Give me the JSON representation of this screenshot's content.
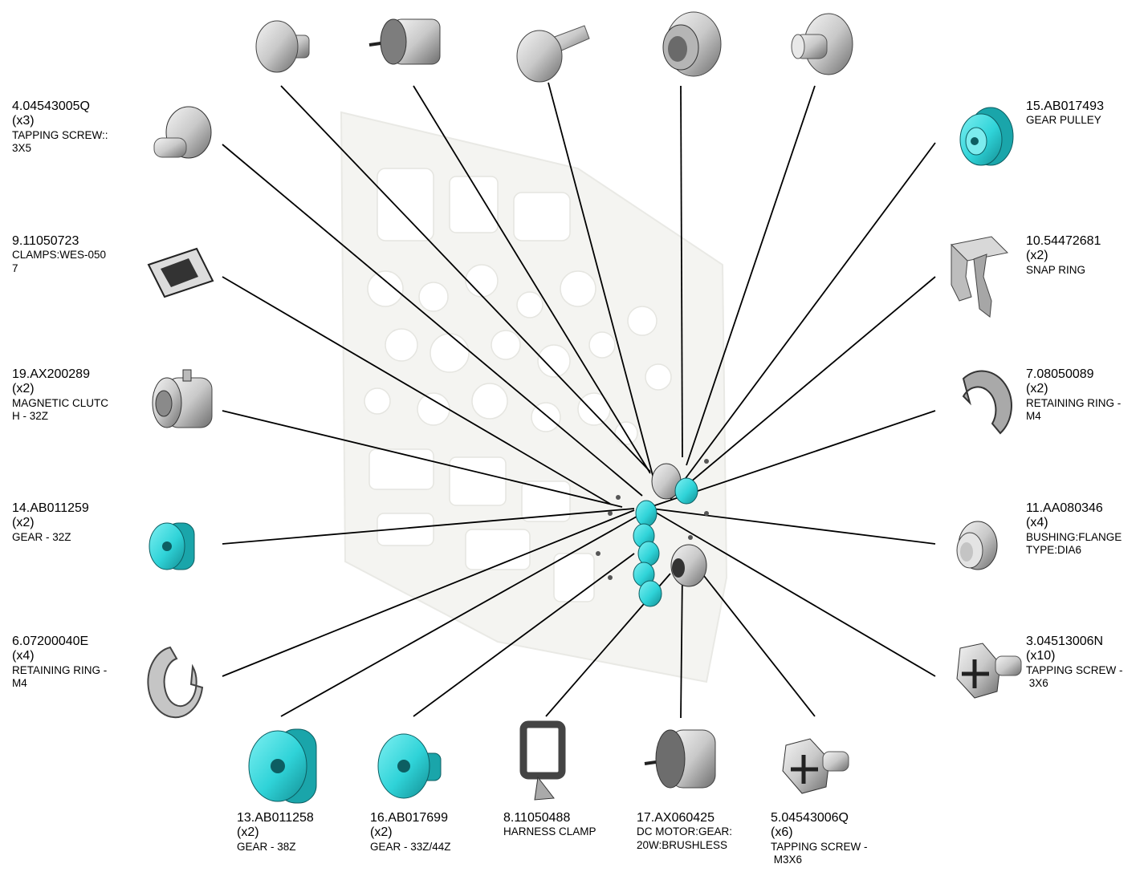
{
  "parts": [
    {
      "id": "p4",
      "pn": "4.04543005Q",
      "qty": "(x3)",
      "desc": [
        "TAPPING SCREW::",
        "3X5"
      ],
      "icon": "tapping-screw-icon"
    },
    {
      "id": "p9",
      "pn": "9.11050723",
      "qty": "",
      "desc": [
        "CLAMPS:WES-050",
        "7"
      ],
      "icon": "clamp-icon"
    },
    {
      "id": "p19",
      "pn": "19.AX200289",
      "qty": "(x2)",
      "desc": [
        "MAGNETIC CLUTC",
        "H - 32Z"
      ],
      "icon": "magnetic-clutch-icon"
    },
    {
      "id": "p14",
      "pn": "14.AB011259",
      "qty": "(x2)",
      "desc": [
        "GEAR - 32Z"
      ],
      "icon": "gear-icon"
    },
    {
      "id": "p6",
      "pn": "6.07200040E",
      "qty": "(x4)",
      "desc": [
        "RETAINING RING -",
        "M4"
      ],
      "icon": "retaining-ring-icon"
    },
    {
      "id": "p15",
      "pn": "15.AB017493",
      "qty": "",
      "desc": [
        "GEAR PULLEY"
      ],
      "icon": "gear-pulley-icon"
    },
    {
      "id": "p10",
      "pn": "10.54472681",
      "qty": "(x2)",
      "desc": [
        "SNAP RING"
      ],
      "icon": "snap-ring-icon"
    },
    {
      "id": "p7",
      "pn": "7.08050089",
      "qty": "(x2)",
      "desc": [
        "RETAINING RING -",
        "M4"
      ],
      "icon": "retaining-ring-icon"
    },
    {
      "id": "p11",
      "pn": "11.AA080346",
      "qty": "(x4)",
      "desc": [
        "BUSHING:FLANGE",
        "TYPE:DIA6"
      ],
      "icon": "bushing-icon"
    },
    {
      "id": "p3",
      "pn": "3.04513006N",
      "qty": "(x10)",
      "desc": [
        "TAPPING SCREW -",
        " 3X6"
      ],
      "icon": "tapping-screw-icon"
    },
    {
      "id": "p13",
      "pn": "13.AB011258",
      "qty": "(x2)",
      "desc": [
        "GEAR - 38Z"
      ],
      "icon": "gear-icon"
    },
    {
      "id": "p16",
      "pn": "16.AB017699",
      "qty": "(x2)",
      "desc": [
        "GEAR - 33Z/44Z"
      ],
      "icon": "gear-icon"
    },
    {
      "id": "p8",
      "pn": "8.11050488",
      "qty": "",
      "desc": [
        "HARNESS CLAMP"
      ],
      "icon": "harness-clamp-icon"
    },
    {
      "id": "p17",
      "pn": "17.AX060425",
      "qty": "",
      "desc": [
        "DC MOTOR:GEAR:",
        "20W:BRUSHLESS"
      ],
      "icon": "dc-motor-icon"
    },
    {
      "id": "p5",
      "pn": "5.04543006Q",
      "qty": "(x6)",
      "desc": [
        "TAPPING SCREW -",
        " M3X6"
      ],
      "icon": "tapping-screw-icon"
    }
  ],
  "colors": {
    "gear_accent": "#2fd3d8",
    "part_grey": "#c8c8c8",
    "line": "#000000",
    "frame": "#e6e6e0"
  }
}
